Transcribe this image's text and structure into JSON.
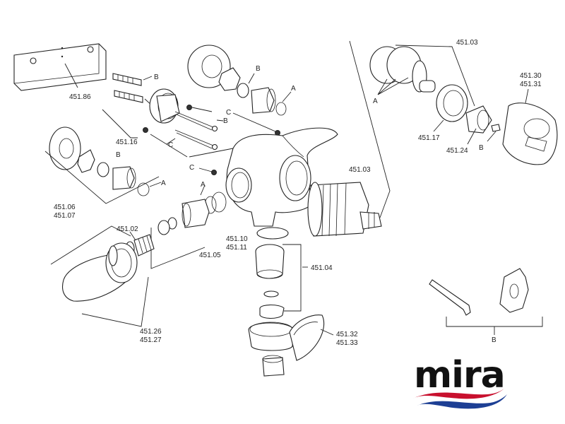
{
  "labels": {
    "p45186": "451.86",
    "p45116": "451.16",
    "p45106": "451.06",
    "p45107": "451.07",
    "p45102": "451.02",
    "p45105": "451.05",
    "p45110": "451.10",
    "p45111": "451.11",
    "p45104": "451.04",
    "p45126": "451.26",
    "p45127": "451.27",
    "p45132": "451.32",
    "p45133": "451.33",
    "p45103_top": "451.03",
    "p45103_mid": "451.03",
    "p45117": "451.17",
    "p45124": "451.24",
    "p45130": "451.30",
    "p45131": "451.31",
    "b1": "B",
    "b2": "B",
    "b3": "B",
    "b4": "B",
    "b5": "B",
    "b6": "B",
    "c1": "C",
    "c2": "C",
    "c3": "C",
    "a1": "A",
    "a2": "A",
    "a3": "A",
    "a4": "A"
  },
  "logo": {
    "text": "mira",
    "wave_red": "#c8102e",
    "wave_blue": "#1d3f94"
  }
}
